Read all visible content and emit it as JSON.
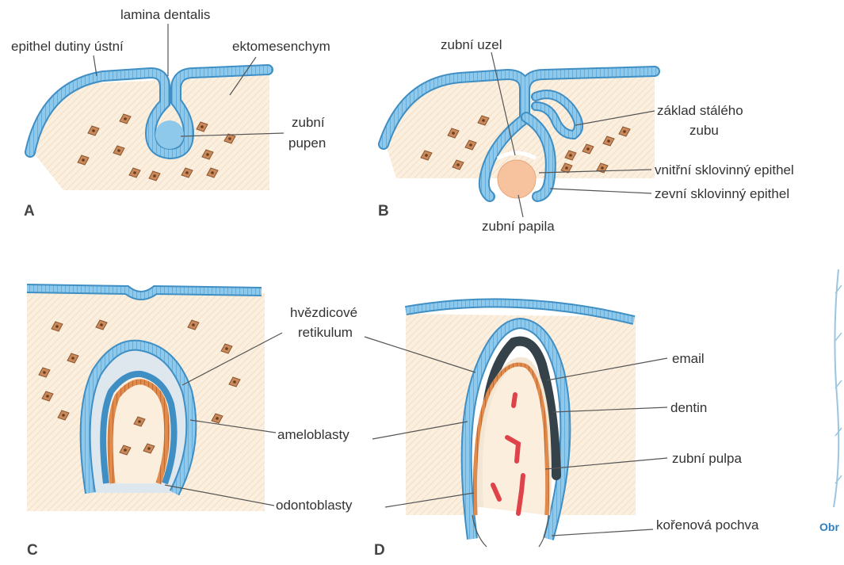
{
  "panels": {
    "a": "A",
    "b": "B",
    "c": "C",
    "d": "D"
  },
  "labels": {
    "epithel_dutiny_ustni": "epithel dutiny ústní",
    "lamina_dentalis": "lamina dentalis",
    "ektomesenchym": "ektomesenchym",
    "zubni_pupen_1": "zubní",
    "zubni_pupen_2": "pupen",
    "zubni_uzel": "zubní uzel",
    "zaklad_staleho_1": "základ stálého",
    "zaklad_staleho_2": "zubu",
    "vnitrni_sklovinny": "vnitřní sklovinný epithel",
    "zevni_sklovinny": "zevní sklovinný epithel",
    "zubni_papila": "zubní papila",
    "hvezdicove_1": "hvězdicové",
    "hvezdicove_2": "retikulum",
    "ameloblasty": "ameloblasty",
    "odontoblasty": "odontoblasty",
    "email": "email",
    "dentin": "dentin",
    "zubni_pulpa": "zubní pulpa",
    "korenova_pochva": "kořenová pochva"
  },
  "caption_fragment": "Obr",
  "colors": {
    "epithelium": "#8ec8ea",
    "epithelium_stroke": "#3f8fc4",
    "mesenchyme": "#fbeedd",
    "papilla": "#f6c39e",
    "odontoblast": "#d98246",
    "enamel": "#36424a",
    "vessel": "#e0424a",
    "reticulum": "#dfe7ee",
    "cell": "#c9895a",
    "caption_blue": "#2f7fc0"
  }
}
